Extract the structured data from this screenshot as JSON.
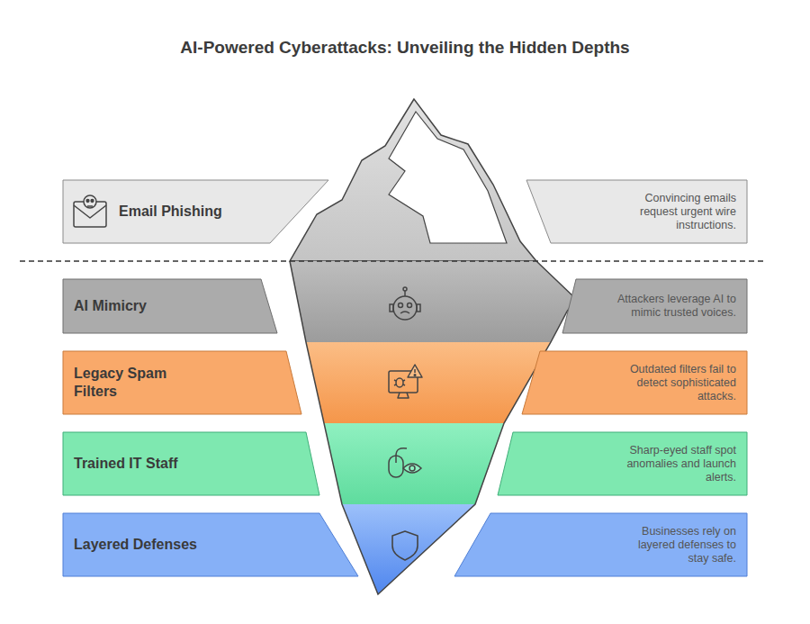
{
  "diagram": {
    "title": "AI-Powered Cyberattacks: Unveiling the Hidden Depths",
    "nodes": [
      {
        "text": [
          "Email Phishing"
        ]
      },
      {
        "text": [
          "Convincing emails request urgent wire instructions."
        ]
      },
      {
        "text": [
          "AI Mimicry"
        ]
      },
      {
        "text": [
          "Attackers leverage AI to mimic trusted voices."
        ]
      },
      {
        "text": [
          "Legacy Spam Filters"
        ]
      },
      {
        "text": [
          "Outdated filters fail to detect sophisticated attacks."
        ]
      },
      {
        "text": [
          "Trained IT Staff"
        ]
      },
      {
        "text": [
          "Sharp-eyed staff spot anomalies and launch alerts."
        ]
      },
      {
        "text": [
          "Layered Defenses"
        ]
      },
      {
        "text": [
          "Businesses rely on layered defenses to stay safe."
        ]
      }
    ]
  }
}
